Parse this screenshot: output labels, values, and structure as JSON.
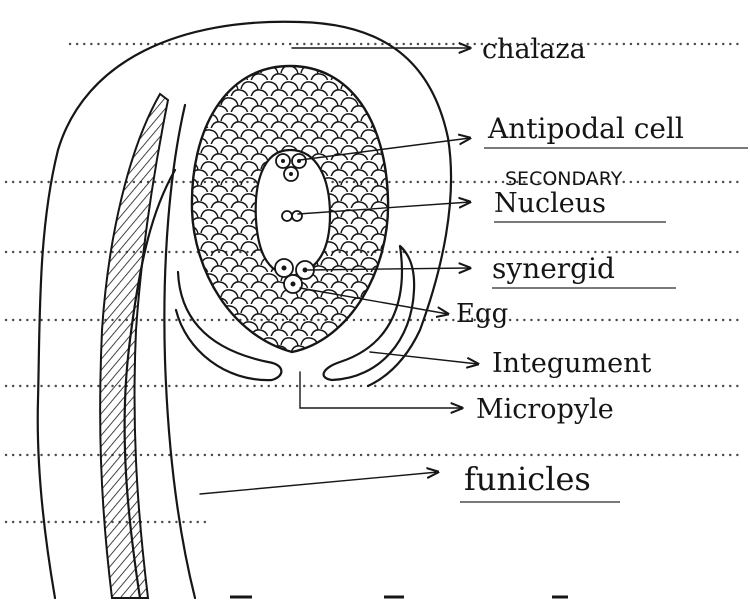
{
  "labels": {
    "chalaza": "chalaza",
    "antipodal": "Antipodal cell",
    "secondary_nucleus_top": "SECONDARY",
    "secondary_nucleus_bottom": "Nucleus",
    "synergid": "synergid",
    "egg": "Egg",
    "integument": "Integument",
    "micropyle": "Micropyle",
    "funicles": "funicles"
  },
  "colors": {
    "ink": "#161616",
    "paper": "#ffffff",
    "rule_dots": "#4a4a4a"
  }
}
